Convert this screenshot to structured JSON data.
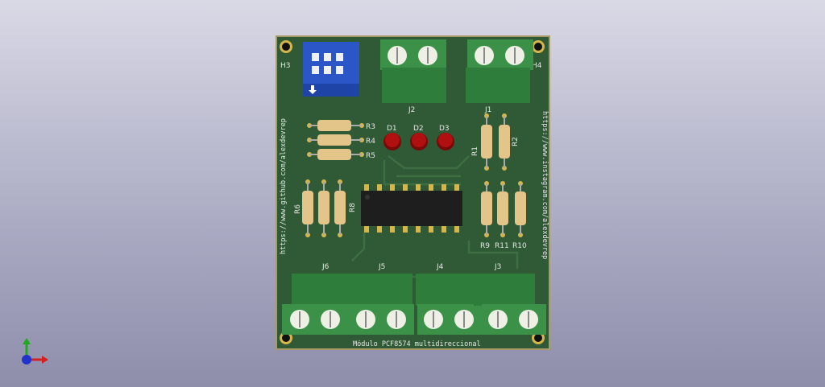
{
  "board": {
    "title": "Módulo PCF8574 multidireccional",
    "url_left": "https://www.github.com/alexdevrep",
    "url_right": "https://www.instagram.com/alexdevrep",
    "mount_holes": [
      "H3",
      "H4"
    ]
  },
  "connectors": {
    "J1": "J1",
    "J2": "J2",
    "J3": "J3",
    "J4": "J4",
    "J5": "J5",
    "J6": "J6"
  },
  "leds": [
    "D1",
    "D2",
    "D3"
  ],
  "resistors": {
    "R1": "R1",
    "R2": "R2",
    "R3": "R3",
    "R4": "R4",
    "R5": "R5",
    "R6": "R6",
    "R8": "R8",
    "R9": "R9",
    "R10": "R10",
    "R11": "R11"
  },
  "colors": {
    "pcb": "#2f5a35",
    "terminal_block": "#2e7d3a",
    "dip_switch": "#2a56c8",
    "led": "#b01010",
    "resistor_body": "#e3c58a",
    "pad": "#d6b64a"
  }
}
